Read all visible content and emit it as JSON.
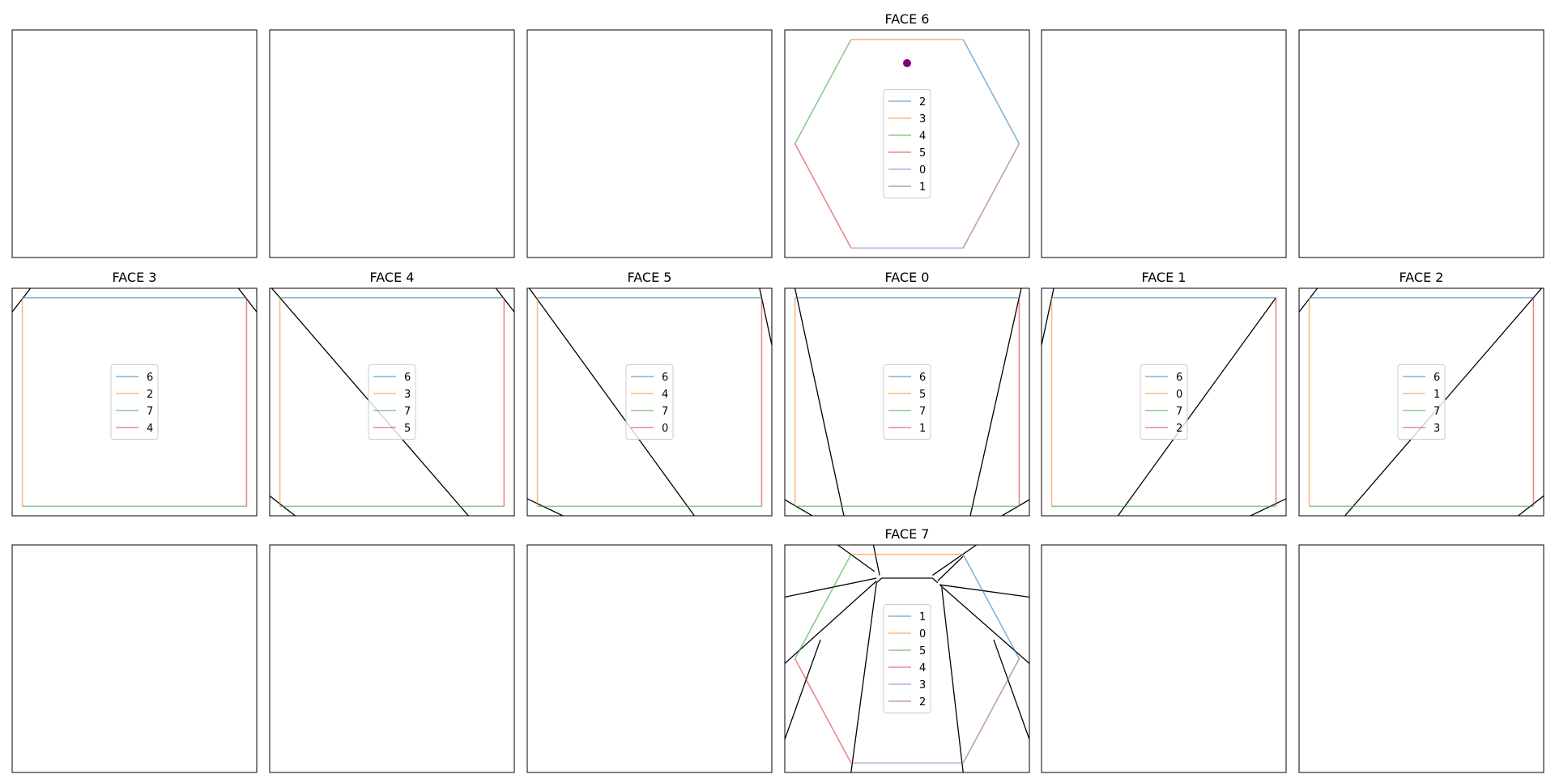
{
  "figure": {
    "panels": [
      {
        "row": 0,
        "col": 0,
        "title": "",
        "legend": []
      },
      {
        "row": 0,
        "col": 1,
        "title": "",
        "legend": []
      },
      {
        "row": 0,
        "col": 2,
        "title": "",
        "legend": []
      },
      {
        "row": 0,
        "col": 3,
        "title": "FACE 6",
        "legend": [
          "2",
          "3",
          "4",
          "5",
          "0",
          "1"
        ]
      },
      {
        "row": 0,
        "col": 4,
        "title": "",
        "legend": []
      },
      {
        "row": 0,
        "col": 5,
        "title": "",
        "legend": []
      },
      {
        "row": 1,
        "col": 0,
        "title": "FACE 3",
        "legend": [
          "6",
          "2",
          "7",
          "4"
        ]
      },
      {
        "row": 1,
        "col": 1,
        "title": "FACE 4",
        "legend": [
          "6",
          "3",
          "7",
          "5"
        ]
      },
      {
        "row": 1,
        "col": 2,
        "title": "FACE 5",
        "legend": [
          "6",
          "4",
          "7",
          "0"
        ]
      },
      {
        "row": 1,
        "col": 3,
        "title": "FACE 0",
        "legend": [
          "6",
          "5",
          "7",
          "1"
        ]
      },
      {
        "row": 1,
        "col": 4,
        "title": "FACE 1",
        "legend": [
          "6",
          "0",
          "7",
          "2"
        ]
      },
      {
        "row": 1,
        "col": 5,
        "title": "FACE 2",
        "legend": [
          "6",
          "1",
          "7",
          "3"
        ]
      },
      {
        "row": 2,
        "col": 0,
        "title": "",
        "legend": []
      },
      {
        "row": 2,
        "col": 1,
        "title": "",
        "legend": []
      },
      {
        "row": 2,
        "col": 2,
        "title": "",
        "legend": []
      },
      {
        "row": 2,
        "col": 3,
        "title": "FACE 7",
        "legend": [
          "1",
          "0",
          "5",
          "4",
          "3",
          "2"
        ]
      },
      {
        "row": 2,
        "col": 4,
        "title": "",
        "legend": []
      },
      {
        "row": 2,
        "col": 5,
        "title": "",
        "legend": []
      }
    ]
  },
  "colors": {
    "series": [
      "#1f77b4",
      "#ff7f0e",
      "#2ca02c",
      "#d62728",
      "#9467bd",
      "#8c564b"
    ],
    "marker": "#800080",
    "black_lines": "#000000"
  },
  "chart_data": [
    {
      "type": "line",
      "title": "FACE 6",
      "xlim": [
        -1.2,
        1.2
      ],
      "ylim": [
        -1.2,
        1.2
      ],
      "legend_position": "center",
      "series": [
        {
          "name": "2",
          "x": [
            0.55,
            1.1
          ],
          "y": [
            1.1,
            0.0
          ]
        },
        {
          "name": "3",
          "x": [
            -0.55,
            0.55
          ],
          "y": [
            1.1,
            1.1
          ]
        },
        {
          "name": "4",
          "x": [
            -1.1,
            -0.55
          ],
          "y": [
            0.0,
            1.1
          ]
        },
        {
          "name": "5",
          "x": [
            -0.55,
            -1.1
          ],
          "y": [
            -1.1,
            0.0
          ]
        },
        {
          "name": "0",
          "x": [
            0.55,
            -0.55
          ],
          "y": [
            -1.1,
            -1.1
          ]
        },
        {
          "name": "1",
          "x": [
            1.1,
            0.55
          ],
          "y": [
            0.0,
            -1.1
          ]
        }
      ],
      "points": [
        {
          "x": 0.0,
          "y": 0.85
        }
      ]
    },
    {
      "type": "line",
      "title": "FACE 3",
      "xlim": [
        -1.2,
        1.2
      ],
      "ylim": [
        -1.2,
        1.2
      ],
      "legend_position": "center",
      "series": [
        {
          "name": "6",
          "x": [
            -1.1,
            1.1
          ],
          "y": [
            1.1,
            1.1
          ]
        },
        {
          "name": "2",
          "x": [
            -1.1,
            -1.1
          ],
          "y": [
            1.1,
            -1.1
          ]
        },
        {
          "name": "7",
          "x": [
            -1.1,
            1.1
          ],
          "y": [
            -1.1,
            -1.1
          ]
        },
        {
          "name": "4",
          "x": [
            1.1,
            1.1
          ],
          "y": [
            1.1,
            -1.1
          ]
        }
      ],
      "black_segments": [
        {
          "x": [
            -1.2,
            -1.02
          ],
          "y": [
            0.95,
            1.2
          ]
        },
        {
          "x": [
            1.02,
            1.2
          ],
          "y": [
            1.2,
            0.95
          ]
        }
      ]
    },
    {
      "type": "line",
      "title": "FACE 4",
      "xlim": [
        -1.2,
        1.2
      ],
      "ylim": [
        -1.2,
        1.2
      ],
      "legend_position": "center",
      "series": [
        {
          "name": "6",
          "x": [
            -1.1,
            1.1
          ],
          "y": [
            1.1,
            1.1
          ]
        },
        {
          "name": "3",
          "x": [
            -1.1,
            -1.1
          ],
          "y": [
            1.1,
            -1.1
          ]
        },
        {
          "name": "7",
          "x": [
            -1.1,
            1.1
          ],
          "y": [
            -1.1,
            -1.1
          ]
        },
        {
          "name": "5",
          "x": [
            1.1,
            1.1
          ],
          "y": [
            1.1,
            -1.1
          ]
        }
      ],
      "black_segments": [
        {
          "x": [
            -1.18,
            0.75
          ],
          "y": [
            1.2,
            -1.2
          ]
        },
        {
          "x": [
            -1.2,
            -0.95
          ],
          "y": [
            -0.99,
            -1.2
          ]
        },
        {
          "x": [
            1.02,
            1.2
          ],
          "y": [
            1.2,
            0.95
          ]
        }
      ]
    },
    {
      "type": "line",
      "title": "FACE 5",
      "xlim": [
        -1.2,
        1.2
      ],
      "ylim": [
        -1.2,
        1.2
      ],
      "legend_position": "center",
      "series": [
        {
          "name": "6",
          "x": [
            -1.1,
            1.1
          ],
          "y": [
            1.1,
            1.1
          ]
        },
        {
          "name": "4",
          "x": [
            -1.1,
            -1.1
          ],
          "y": [
            1.1,
            -1.1
          ]
        },
        {
          "name": "7",
          "x": [
            -1.1,
            1.1
          ],
          "y": [
            -1.1,
            -1.1
          ]
        },
        {
          "name": "0",
          "x": [
            1.1,
            1.1
          ],
          "y": [
            1.1,
            -1.1
          ]
        }
      ],
      "black_segments": [
        {
          "x": [
            -1.18,
            0.44
          ],
          "y": [
            1.2,
            -1.2
          ]
        },
        {
          "x": [
            -1.2,
            -0.85
          ],
          "y": [
            -1.02,
            -1.2
          ]
        },
        {
          "x": [
            1.08,
            1.2
          ],
          "y": [
            1.2,
            0.6
          ]
        }
      ]
    },
    {
      "type": "line",
      "title": "FACE 0",
      "xlim": [
        -1.2,
        1.2
      ],
      "ylim": [
        -1.2,
        1.2
      ],
      "legend_position": "center",
      "series": [
        {
          "name": "6",
          "x": [
            -1.1,
            1.1
          ],
          "y": [
            1.1,
            1.1
          ]
        },
        {
          "name": "5",
          "x": [
            -1.1,
            -1.1
          ],
          "y": [
            1.1,
            -1.1
          ]
        },
        {
          "name": "7",
          "x": [
            -1.1,
            1.1
          ],
          "y": [
            -1.1,
            -1.1
          ]
        },
        {
          "name": "1",
          "x": [
            1.1,
            1.1
          ],
          "y": [
            1.1,
            -1.1
          ]
        }
      ],
      "black_segments": [
        {
          "x": [
            -1.1,
            -0.62
          ],
          "y": [
            1.2,
            -1.2
          ]
        },
        {
          "x": [
            1.12,
            0.62
          ],
          "y": [
            1.2,
            -1.2
          ]
        },
        {
          "x": [
            -1.2,
            -0.93
          ],
          "y": [
            -1.03,
            -1.2
          ]
        },
        {
          "x": [
            1.2,
            0.93
          ],
          "y": [
            -1.03,
            -1.2
          ]
        }
      ]
    },
    {
      "type": "line",
      "title": "FACE 1",
      "xlim": [
        -1.2,
        1.2
      ],
      "ylim": [
        -1.2,
        1.2
      ],
      "legend_position": "center",
      "series": [
        {
          "name": "6",
          "x": [
            -1.1,
            1.1
          ],
          "y": [
            1.1,
            1.1
          ]
        },
        {
          "name": "0",
          "x": [
            -1.1,
            -1.1
          ],
          "y": [
            1.1,
            -1.1
          ]
        },
        {
          "name": "7",
          "x": [
            -1.1,
            1.1
          ],
          "y": [
            -1.1,
            -1.1
          ]
        },
        {
          "name": "2",
          "x": [
            1.1,
            1.1
          ],
          "y": [
            1.1,
            -1.1
          ]
        }
      ],
      "black_segments": [
        {
          "x": [
            1.1,
            -0.45
          ],
          "y": [
            1.1,
            -1.2
          ]
        },
        {
          "x": [
            -1.08,
            -1.2
          ],
          "y": [
            1.2,
            0.6
          ]
        },
        {
          "x": [
            0.85,
            1.2
          ],
          "y": [
            -1.2,
            -1.02
          ]
        }
      ]
    },
    {
      "type": "line",
      "title": "FACE 2",
      "xlim": [
        -1.2,
        1.2
      ],
      "ylim": [
        -1.2,
        1.2
      ],
      "legend_position": "center",
      "series": [
        {
          "name": "6",
          "x": [
            -1.1,
            1.1
          ],
          "y": [
            1.1,
            1.1
          ]
        },
        {
          "name": "1",
          "x": [
            -1.1,
            -1.1
          ],
          "y": [
            1.1,
            -1.1
          ]
        },
        {
          "name": "7",
          "x": [
            -1.1,
            1.1
          ],
          "y": [
            -1.1,
            -1.1
          ]
        },
        {
          "name": "3",
          "x": [
            1.1,
            1.1
          ],
          "y": [
            1.1,
            -1.1
          ]
        }
      ],
      "black_segments": [
        {
          "x": [
            1.18,
            -0.75
          ],
          "y": [
            1.2,
            -1.2
          ]
        },
        {
          "x": [
            -1.2,
            -1.02
          ],
          "y": [
            0.95,
            1.2
          ]
        },
        {
          "x": [
            0.95,
            1.2
          ],
          "y": [
            -1.2,
            -0.99
          ]
        }
      ]
    },
    {
      "type": "line",
      "title": "FACE 7",
      "xlim": [
        -1.2,
        1.2
      ],
      "ylim": [
        -1.2,
        1.2
      ],
      "legend_position": "center",
      "series": [
        {
          "name": "1",
          "x": [
            0.55,
            1.1
          ],
          "y": [
            1.1,
            0.0
          ]
        },
        {
          "name": "0",
          "x": [
            -0.55,
            0.55
          ],
          "y": [
            1.1,
            1.1
          ]
        },
        {
          "name": "5",
          "x": [
            -1.1,
            -0.55
          ],
          "y": [
            0.0,
            1.1
          ]
        },
        {
          "name": "4",
          "x": [
            -1.1,
            -0.55
          ],
          "y": [
            0.0,
            -1.1
          ]
        },
        {
          "name": "3",
          "x": [
            -0.55,
            0.55
          ],
          "y": [
            -1.1,
            -1.1
          ]
        },
        {
          "name": "2",
          "x": [
            1.1,
            0.55
          ],
          "y": [
            0.0,
            -1.1
          ]
        }
      ],
      "black_segments": [
        {
          "x": [
            -0.25,
            0.25
          ],
          "y": [
            0.85,
            0.85
          ]
        },
        {
          "x": [
            -0.25,
            -0.3
          ],
          "y": [
            0.85,
            0.8
          ]
        },
        {
          "x": [
            0.25,
            0.3
          ],
          "y": [
            0.85,
            0.8
          ]
        },
        {
          "x": [
            -0.32,
            -0.68
          ],
          "y": [
            0.92,
            1.2
          ]
        },
        {
          "x": [
            -0.27,
            -0.33
          ],
          "y": [
            0.88,
            1.2
          ]
        },
        {
          "x": [
            0.25,
            0.68
          ],
          "y": [
            0.88,
            1.2
          ]
        },
        {
          "x": [
            0.3,
            0.55
          ],
          "y": [
            0.82,
            1.08
          ]
        },
        {
          "x": [
            -0.3,
            -1.2
          ],
          "y": [
            0.85,
            0.65
          ]
        },
        {
          "x": [
            0.32,
            1.2
          ],
          "y": [
            0.78,
            0.65
          ]
        },
        {
          "x": [
            -0.3,
            -1.2
          ],
          "y": [
            0.82,
            -0.05
          ]
        },
        {
          "x": [
            0.32,
            1.2
          ],
          "y": [
            0.78,
            -0.05
          ]
        },
        {
          "x": [
            -0.3,
            -0.55
          ],
          "y": [
            0.8,
            -1.2
          ]
        },
        {
          "x": [
            0.34,
            0.55
          ],
          "y": [
            0.75,
            -1.2
          ]
        },
        {
          "x": [
            -0.85,
            -1.2
          ],
          "y": [
            0.2,
            -0.85
          ]
        },
        {
          "x": [
            0.85,
            1.2
          ],
          "y": [
            0.2,
            -0.85
          ]
        }
      ]
    }
  ]
}
